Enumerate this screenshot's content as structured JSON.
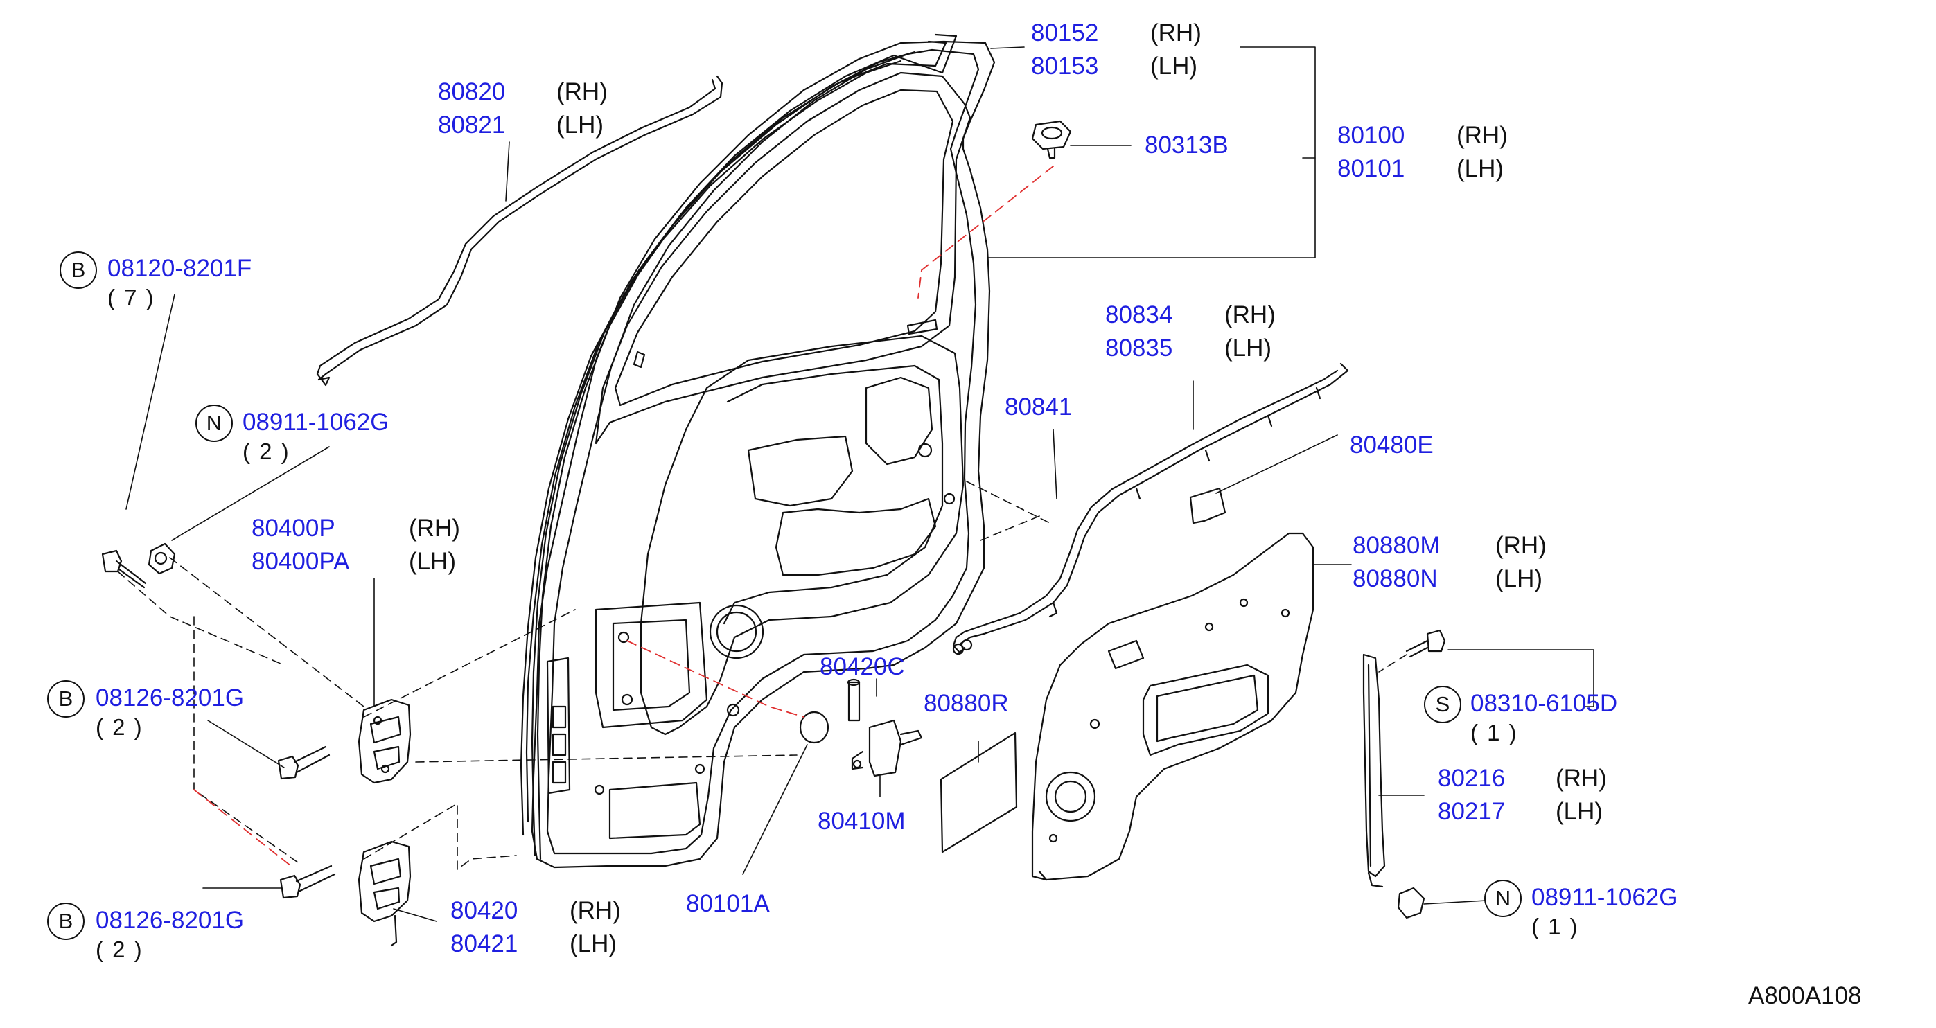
{
  "diagram_code": "A800A108",
  "callouts": {
    "c80152": {
      "pn": "80152",
      "side": "(RH)"
    },
    "c80153": {
      "pn": "80153",
      "side": "(LH)"
    },
    "c80820": {
      "pn": "80820",
      "side": "(RH)"
    },
    "c80821": {
      "pn": "80821",
      "side": "(LH)"
    },
    "c80313b": {
      "pn": "80313B"
    },
    "c80100": {
      "pn": "80100",
      "side": "(RH)"
    },
    "c80101": {
      "pn": "80101",
      "side": "(LH)"
    },
    "c08120": {
      "prefix": "B",
      "pn": "08120-8201F",
      "qty": "( 7 )"
    },
    "c08911a": {
      "prefix": "N",
      "pn": "08911-1062G",
      "qty": "( 2 )"
    },
    "c80834": {
      "pn": "80834",
      "side": "(RH)"
    },
    "c80835": {
      "pn": "80835",
      "side": "(LH)"
    },
    "c80841": {
      "pn": "80841"
    },
    "c80480e": {
      "pn": "80480E"
    },
    "c80400p": {
      "pn": "80400P",
      "side": "(RH)"
    },
    "c80400pa": {
      "pn": "80400PA",
      "side": "(LH)"
    },
    "c80880m": {
      "pn": "80880M",
      "side": "(RH)"
    },
    "c80880n": {
      "pn": "80880N",
      "side": "(LH)"
    },
    "c80420c": {
      "pn": "80420C"
    },
    "c80880r": {
      "pn": "80880R"
    },
    "c08126a": {
      "prefix": "B",
      "pn": "08126-8201G",
      "qty": "( 2 )"
    },
    "c08310": {
      "prefix": "S",
      "pn": "08310-6105D",
      "qty": "( 1 )"
    },
    "c80410m": {
      "pn": "80410M"
    },
    "c80216": {
      "pn": "80216",
      "side": "(RH)"
    },
    "c80217": {
      "pn": "80217",
      "side": "(LH)"
    },
    "c80101a": {
      "pn": "80101A"
    },
    "c80420": {
      "pn": "80420",
      "side": "(RH)"
    },
    "c80421": {
      "pn": "80421",
      "side": "(LH)"
    },
    "c08126b": {
      "prefix": "B",
      "pn": "08126-8201G",
      "qty": "( 2 )"
    },
    "c08911b": {
      "prefix": "N",
      "pn": "08911-1062G",
      "qty": "( 1 )"
    }
  }
}
